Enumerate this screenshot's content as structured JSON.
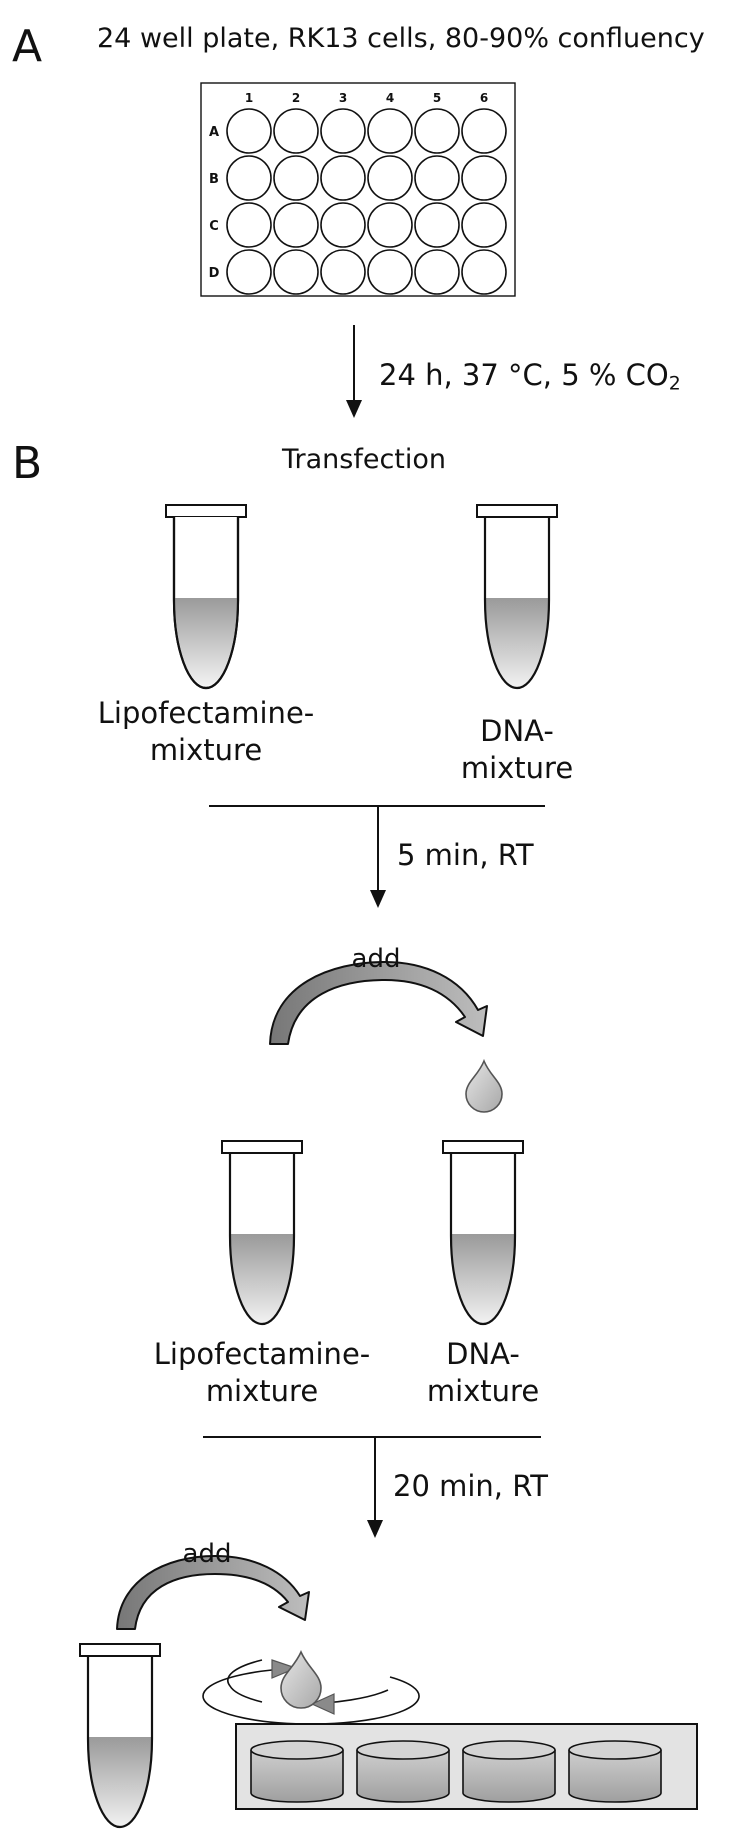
{
  "panel_a": {
    "label": "A",
    "title": "24 well plate, RK13 cells, 80-90% confluency",
    "plate": {
      "columns": [
        "1",
        "2",
        "3",
        "4",
        "5",
        "6"
      ],
      "rows": [
        "A",
        "B",
        "C",
        "D"
      ]
    },
    "incubation": {
      "text": "24 h, 37 °C, 5 % CO",
      "subscript": "2"
    }
  },
  "panel_b": {
    "label": "B",
    "title": "Transfection",
    "tube_left_label_1": "Lipofectamine-",
    "tube_left_label_2": "mixture",
    "tube_right_label_1": "DNA-",
    "tube_right_label_2": "mixture",
    "step1_time": "5 min, RT",
    "add_label_1": "add",
    "step2_tube_left_label_1": "Lipofectamine-",
    "step2_tube_left_label_2": "mixture",
    "step2_tube_right_label_1": "DNA-",
    "step2_tube_right_label_2": "mixture",
    "step2_time": "20 min, RT",
    "add_label_2": "add"
  },
  "colors": {
    "stroke": "#111111",
    "liquid_light": "#e8e8e8",
    "liquid_dark": "#9a9a9a",
    "curved_arrow": "#8c8c8c",
    "drop": "#c4c4c4",
    "plate_fill": "#d9d9d9"
  }
}
